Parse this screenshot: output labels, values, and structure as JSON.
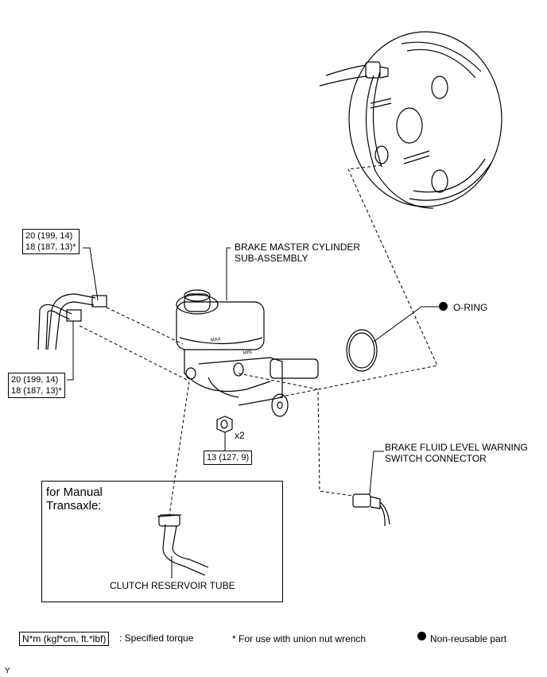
{
  "labels": {
    "master_cylinder": [
      "BRAKE MASTER CYLINDER",
      "SUB-ASSEMBLY"
    ],
    "o_ring": "O-RING",
    "warning_connector": [
      "BRAKE FLUID LEVEL WARNING",
      "SWITCH CONNECTOR"
    ],
    "count": "x2",
    "clutch_tube": "CLUTCH RESERVOIR TUBE",
    "reservoir_max": "MAX",
    "reservoir_min": "MIN"
  },
  "torque": {
    "upper_union": [
      "20 (199, 14)",
      "18 (187, 13)*"
    ],
    "lower_union": [
      "20 (199, 14)",
      "18 (187, 13)*"
    ],
    "nut": "13 (127, 9)"
  },
  "inset": {
    "title": [
      "for Manual",
      "Transaxle:"
    ]
  },
  "legend": {
    "torque_unit": "N*m (kgf*cm, ft.*lbf)",
    "torque_desc": ": Specified torque",
    "wrench_note": "* For use with union nut wrench",
    "non_reusable": "Non-reusable part"
  },
  "corner_mark": "Y"
}
